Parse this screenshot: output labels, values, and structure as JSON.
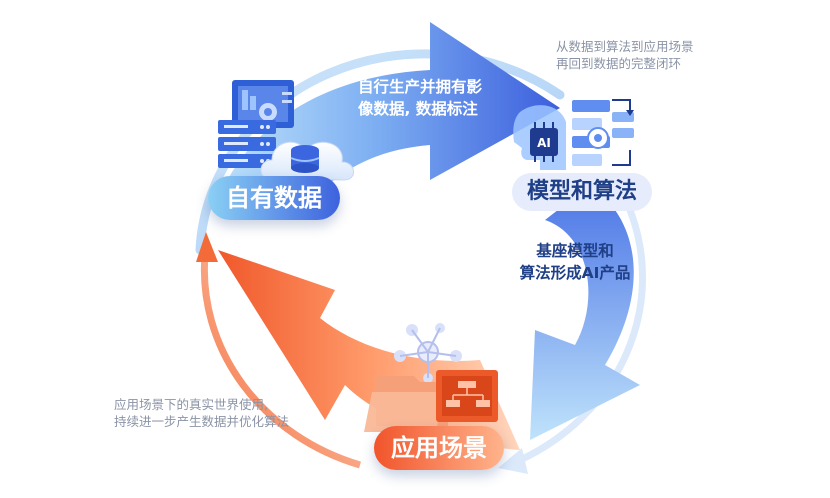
{
  "nodes": {
    "own_data": "自有数据",
    "models": "模型和算法",
    "scenarios": "应用场景"
  },
  "arrows": {
    "top_line1": "自行生产并拥有影",
    "top_line2": "像数据, 数据标注",
    "right_line1": "基座模型和",
    "right_line2": "算法形成AI产品"
  },
  "annotations": {
    "top_right_line1": "从数据到算法到应用场景",
    "top_right_line2": "再回到数据的完整闭环",
    "bottom_left_line1": "应用场景下的真实世界使用,",
    "bottom_left_line2": "持续进一步产生数据并优化算法"
  },
  "icons": {
    "ai_chip_label": "AI"
  },
  "colors": {
    "blue_dark": "#3c66e0",
    "blue_light": "#8fd0f5",
    "orange_dark": "#f0582a",
    "orange_light": "#ffb089",
    "text_dark": "#1f3f86"
  }
}
